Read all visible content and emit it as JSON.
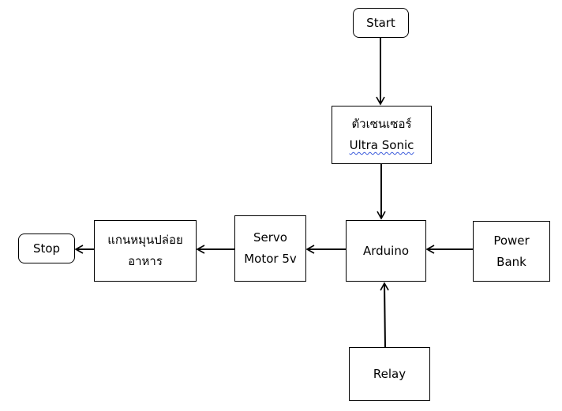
{
  "nodes": {
    "start": "Start",
    "sensor": {
      "line1": "ตัวเซนเซอร์",
      "line2": "Ultra Sonic"
    },
    "arduino": "Arduino",
    "power": {
      "line1": "Power",
      "line2": "Bank"
    },
    "relay": "Relay",
    "servo": {
      "line1": "Servo",
      "line2": "Motor 5v"
    },
    "axis": {
      "line1": "แกนหมุนปล่อย",
      "line2": "อาหาร"
    },
    "stop": "Stop"
  },
  "edges": [
    {
      "from": "start",
      "to": "sensor"
    },
    {
      "from": "sensor",
      "to": "arduino"
    },
    {
      "from": "power",
      "to": "arduino"
    },
    {
      "from": "relay",
      "to": "arduino"
    },
    {
      "from": "arduino",
      "to": "servo"
    },
    {
      "from": "servo",
      "to": "axis"
    },
    {
      "from": "axis",
      "to": "stop"
    }
  ]
}
